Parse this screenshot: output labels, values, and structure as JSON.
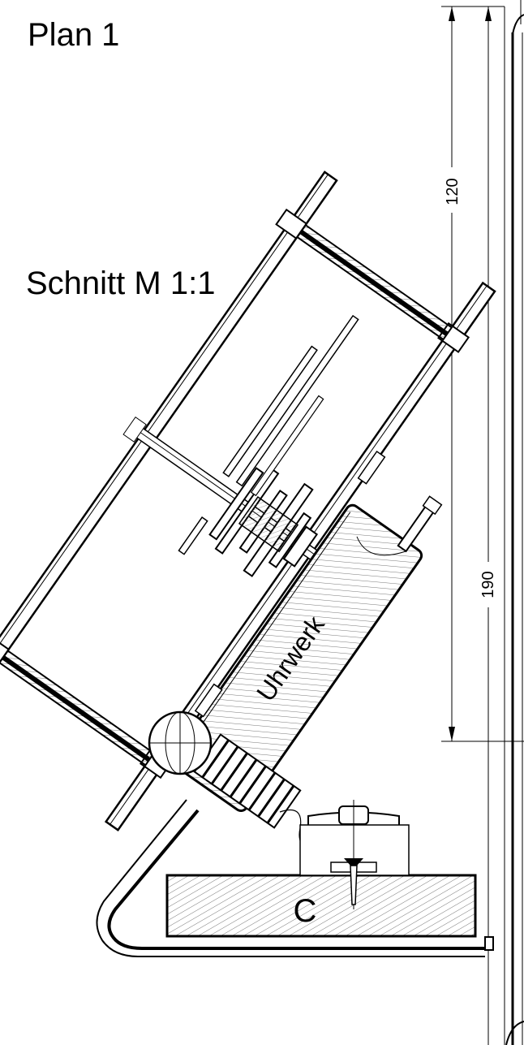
{
  "title": "Plan 1",
  "section_label": "Schnitt M 1:1",
  "labels": {
    "clockwork": "Uhrwerk",
    "base": "C"
  },
  "dimensions": {
    "upper": "120",
    "lower": "190"
  }
}
